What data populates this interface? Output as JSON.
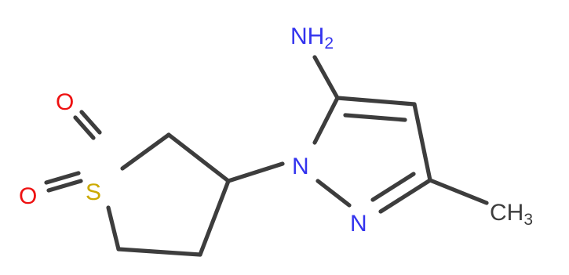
{
  "atoms": {
    "amine": {
      "main": "NH",
      "sub": "2",
      "color": "#3333ee"
    },
    "pyrazole_n1": {
      "text": "N",
      "color": "#3333ee"
    },
    "pyrazole_n2": {
      "text": "N",
      "color": "#3333ee"
    },
    "sulfur": {
      "text": "S",
      "color": "#ccaa00"
    },
    "oxygen_top": {
      "text": "O",
      "color": "#ee1111"
    },
    "oxygen_bottom": {
      "text": "O",
      "color": "#ee1111"
    },
    "methyl": {
      "main": "CH",
      "sub": "3",
      "color": "#3d3d3d"
    }
  },
  "colors": {
    "bond": "#3d3d3d",
    "background": "#ffffff"
  }
}
